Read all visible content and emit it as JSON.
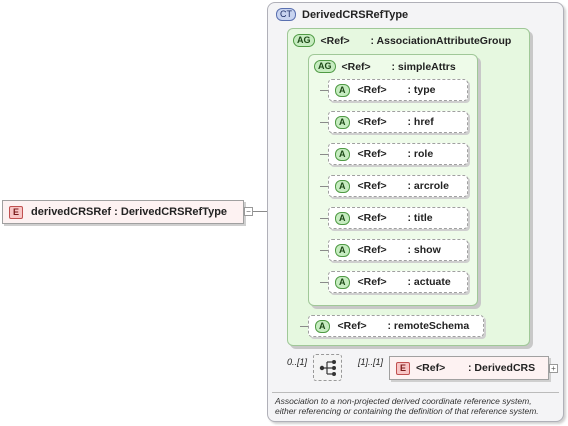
{
  "root_element": {
    "badge": "E",
    "label": "derivedCRSRef : DerivedCRSRefType"
  },
  "complex_type": {
    "badge": "CT",
    "title": "DerivedCRSRefType"
  },
  "attribute_group": {
    "badge": "AG",
    "ref": "<Ref>",
    "name": ": AssociationAttributeGroup"
  },
  "inner_group": {
    "badge": "AG",
    "ref": "<Ref>",
    "name": ": simpleAttrs"
  },
  "attributes": [
    {
      "badge": "A",
      "ref": "<Ref>",
      "name": ": type"
    },
    {
      "badge": "A",
      "ref": "<Ref>",
      "name": ": href"
    },
    {
      "badge": "A",
      "ref": "<Ref>",
      "name": ": role"
    },
    {
      "badge": "A",
      "ref": "<Ref>",
      "name": ": arcrole"
    },
    {
      "badge": "A",
      "ref": "<Ref>",
      "name": ": title"
    },
    {
      "badge": "A",
      "ref": "<Ref>",
      "name": ": show"
    },
    {
      "badge": "A",
      "ref": "<Ref>",
      "name": ": actuate"
    }
  ],
  "remote_schema": {
    "badge": "A",
    "ref": "<Ref>",
    "name": ": remoteSchema"
  },
  "sequence": {
    "left_cardinality": "0..[1]",
    "right_cardinality": "[1]..[1]"
  },
  "child_element": {
    "badge": "E",
    "ref": "<Ref>",
    "name": ": DerivedCRS"
  },
  "description": {
    "line1": "Association to a non-projected derived coordinate reference system,",
    "line2": "either referencing or containing the definition of that reference system."
  }
}
